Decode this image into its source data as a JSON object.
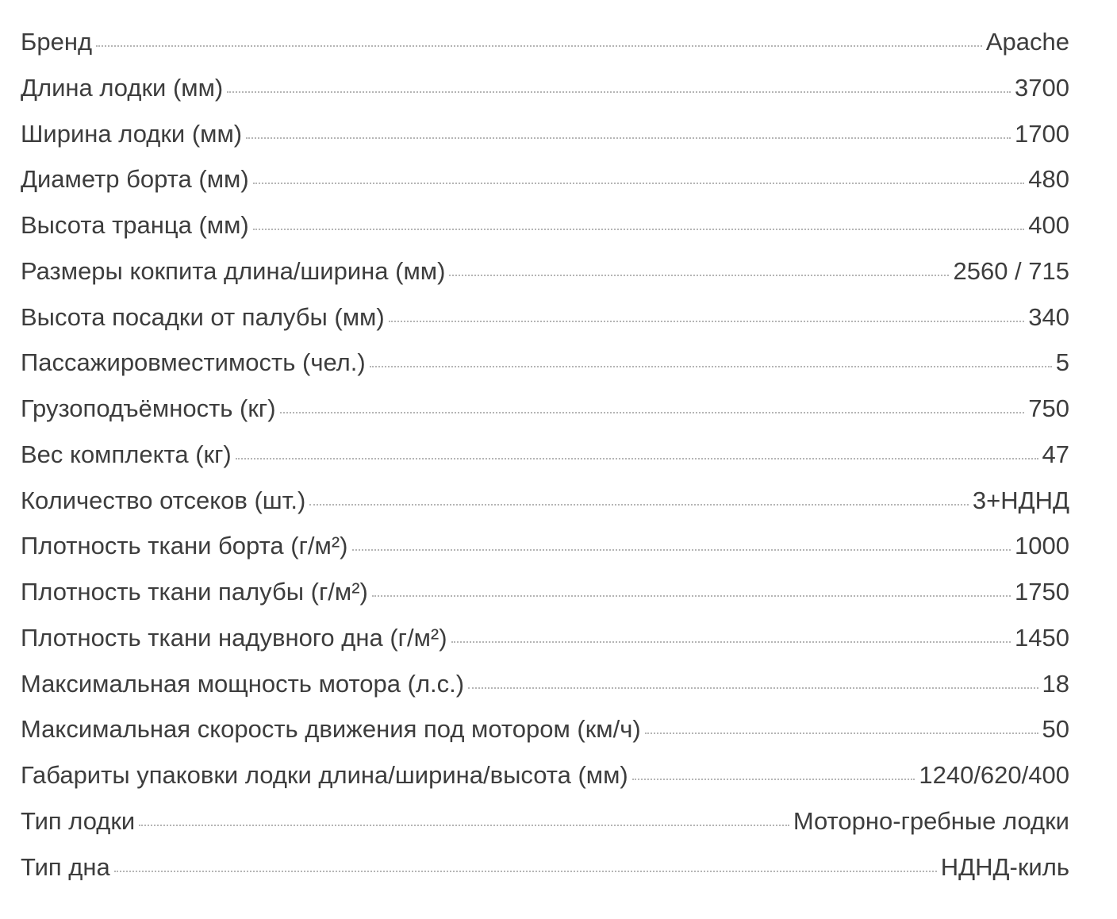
{
  "specs": [
    {
      "label": "Бренд",
      "value": "Apache"
    },
    {
      "label": "Длина лодки (мм)",
      "value": "3700"
    },
    {
      "label": "Ширина лодки (мм)",
      "value": "1700"
    },
    {
      "label": "Диаметр борта (мм)",
      "value": "480"
    },
    {
      "label": "Высота транца (мм)",
      "value": "400"
    },
    {
      "label": "Размеры кокпита длина/ширина (мм)",
      "value": "2560 / 715"
    },
    {
      "label": "Высота посадки от палубы (мм)",
      "value": "340"
    },
    {
      "label": "Пассажировместимость (чел.)",
      "value": "5"
    },
    {
      "label": "Грузоподъёмность (кг)",
      "value": "750"
    },
    {
      "label": "Вес комплекта (кг)",
      "value": "47"
    },
    {
      "label": "Количество отсеков (шт.)",
      "value": "3+НДНД"
    },
    {
      "label": "Плотность ткани борта (г/м²)",
      "value": "1000"
    },
    {
      "label": "Плотность ткани палубы (г/м²)",
      "value": "1750"
    },
    {
      "label": "Плотность ткани надувного дна (г/м²)",
      "value": "1450"
    },
    {
      "label": "Максимальная мощность мотора (л.с.)",
      "value": "18"
    },
    {
      "label": "Максимальная скорость движения под мотором (км/ч)",
      "value": "50"
    },
    {
      "label": "Габариты упаковки лодки длина/ширина/высота (мм)",
      "value": "1240/620/400"
    },
    {
      "label": "Тип лодки",
      "value": "Моторно-гребные лодки"
    },
    {
      "label": "Тип дна",
      "value": "НДНД-киль"
    }
  ]
}
